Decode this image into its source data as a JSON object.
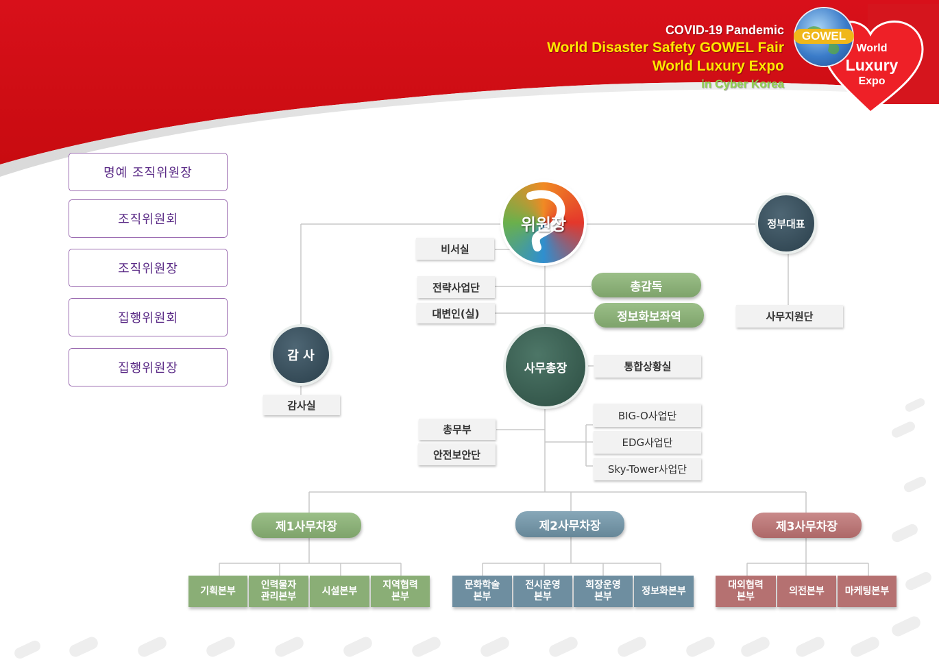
{
  "header": {
    "line1": "COVID-19 Pandemic",
    "line2": "World Disaster Safety GOWEL Fair",
    "line3": "World Luxury Expo",
    "line4": "in Cyber Korea",
    "globe_text": "GOWEL",
    "heart_line1": "World",
    "heart_line2": "Luxury",
    "heart_line3": "Expo"
  },
  "sidebar": {
    "items": [
      {
        "label": "명예 조직위원장"
      },
      {
        "label": "조직위원회"
      },
      {
        "label": "조직위원장"
      },
      {
        "label": "집행위원회"
      },
      {
        "label": "집행위원장"
      }
    ]
  },
  "org": {
    "chair": "위원장",
    "gov_rep": "정부대표",
    "secretary_office": "비서실",
    "strategy": "전략사업단",
    "spokesperson": "대변인(실)",
    "general_director": "총감독",
    "info_promo": "정보화보좌역",
    "support_team": "사무지원단",
    "auditor": "감 사",
    "audit_office": "감사실",
    "secretary_general": "사무총장",
    "situation_room": "통합상황실",
    "bigo": "BIG-O사업단",
    "edg": "EDG사업단",
    "skytower": "Sky-Tower사업단",
    "general_affairs": "총무부",
    "safety_security": "안전보안단",
    "deputy1": "제1사무차장",
    "deputy2": "제2사무차장",
    "deputy3": "제3사무차장",
    "dept1": [
      {
        "label": "기획본부"
      },
      {
        "label": "인력물자\n관리본부"
      },
      {
        "label": "시설본부"
      },
      {
        "label": "지역협력\n본부"
      }
    ],
    "dept2": [
      {
        "label": "문화학술\n본부"
      },
      {
        "label": "전시운영\n본부"
      },
      {
        "label": "회장운영\n본부"
      },
      {
        "label": "정보화본부"
      }
    ],
    "dept3": [
      {
        "label": "대외협력\n본부"
      },
      {
        "label": "의전본부"
      },
      {
        "label": "마케팅본부"
      }
    ]
  },
  "colors": {
    "header_red": "#d20f12",
    "green": "#8aae76",
    "blue": "#6e8ea0",
    "red": "#b57171",
    "circle_dark": "#2e4552",
    "sg_green": "#365b4e"
  }
}
